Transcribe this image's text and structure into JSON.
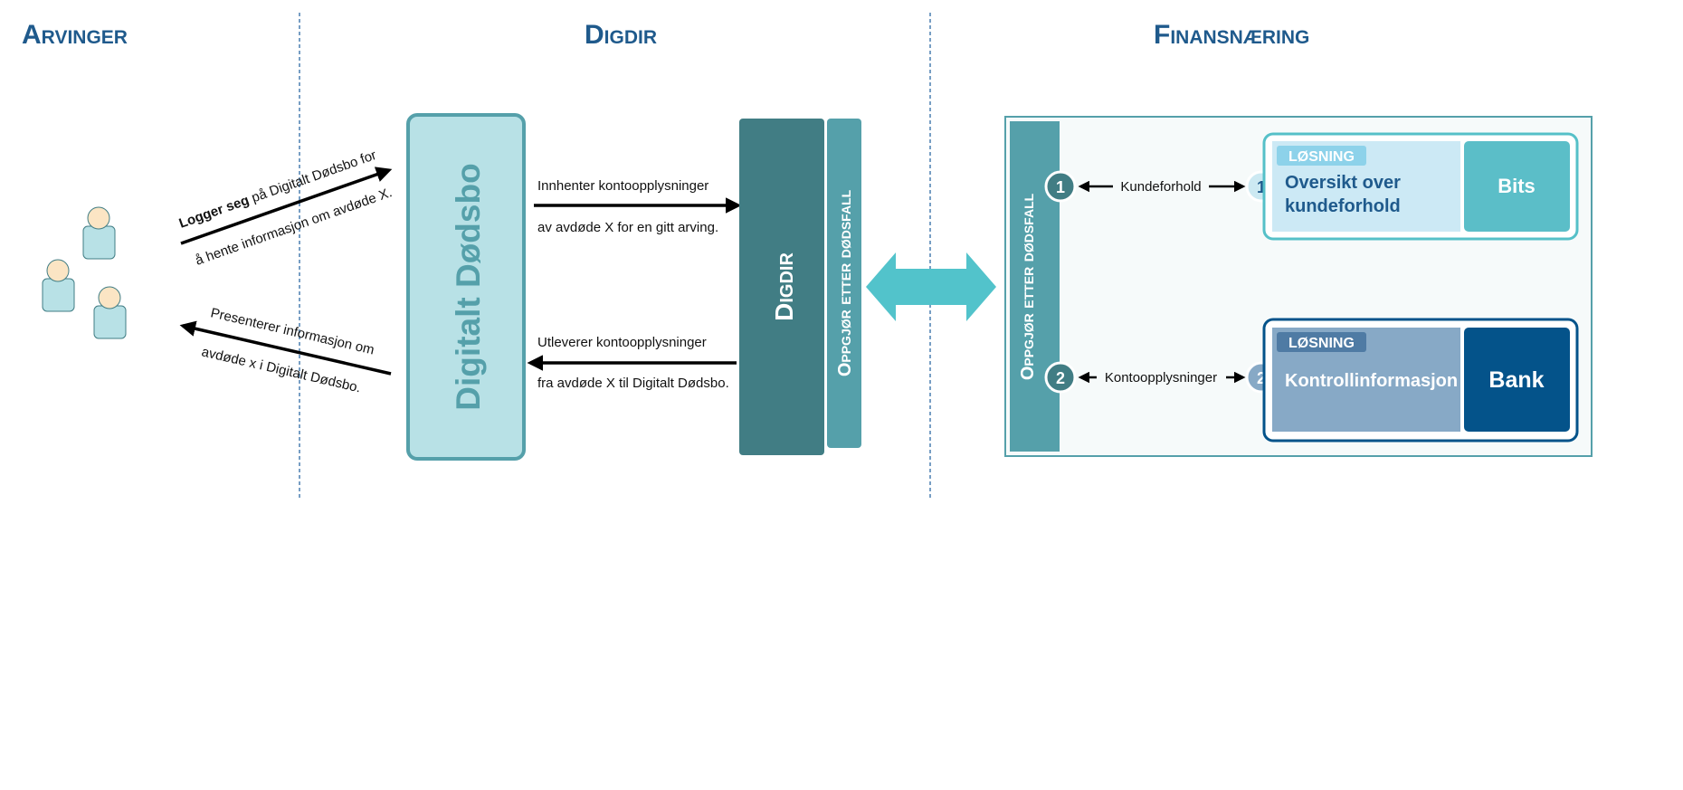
{
  "headings": {
    "arvinger": "Arvinger",
    "digdir": "Digdir",
    "finansnaering": "Finansnæring"
  },
  "arrows": {
    "login_bold": "Logger seg",
    "login_rest": " på Digitalt Dødsbo for",
    "login_line2": "å hente informasjon om avdøde X.",
    "present_line1": "Presenterer  informasjon om",
    "present_line2": "avdøde x i Digitalt Dødsbo.",
    "fetch_line1": "Innhenter kontoopplysninger",
    "fetch_line2": "av avdøde X for en gitt arving.",
    "deliver_line1": "Utleverer kontoopplysninger",
    "deliver_line2": "fra avdøde X til Digitalt Dødsbo."
  },
  "boxes": {
    "digitalt_dodsbo": "Digitalt Dødsbo",
    "digdir_bar": "Digdir",
    "oppgjor_bar": "Oppgjør etter dødsfall"
  },
  "finance": {
    "oppgjor_bar": "Oppgjør etter dødsfall",
    "row1": {
      "number": "1",
      "connector": "Kundeforhold",
      "tag": "LØSNING",
      "title_line1": "Oversikt over",
      "title_line2": "kundeforhold",
      "provider": "Bits"
    },
    "row2": {
      "number": "2",
      "connector": "Kontoopplysninger",
      "tag": "LØSNING",
      "title_line1": "Kontrollinformasjon",
      "provider": "Bank"
    }
  },
  "colors": {
    "heading": "#1f5a8c",
    "teal_dark": "#417d84",
    "teal_mid": "#55a0aa",
    "teal_light": "#b8e1e6",
    "cyan_arrow": "#52c3cb",
    "navy": "#04538a",
    "slate": "#87a9c6"
  }
}
